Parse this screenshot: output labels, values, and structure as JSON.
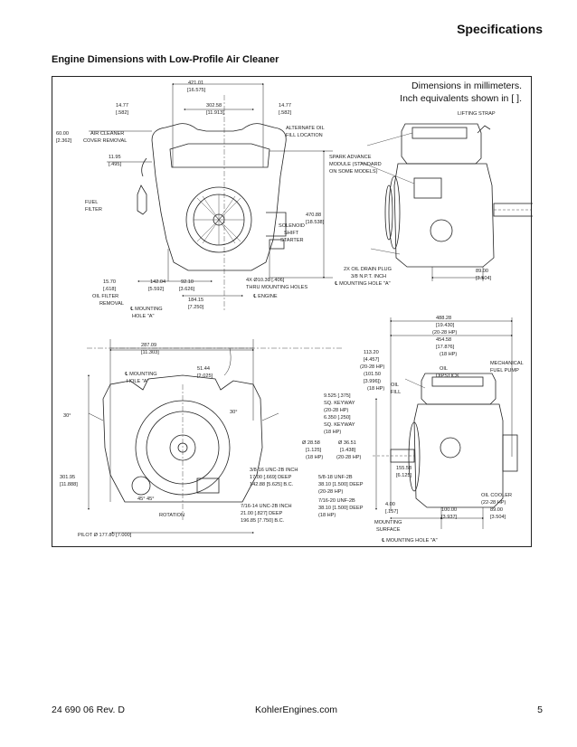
{
  "header": {
    "title": "Specifications"
  },
  "section": {
    "title": "Engine Dimensions with Low-Profile Air Cleaner"
  },
  "figure": {
    "note_line1": "Dimensions in millimeters.",
    "note_line2": "Inch equivalents shown in [ ].",
    "labels": {
      "w421": "421.01",
      "w421in": "[16.575]",
      "w1477a": "14.77",
      "w1477ain": "[.582]",
      "w30258": "302.58",
      "w30258in": "[11.913]",
      "w1477b": "14.77",
      "w1477bin": "[.582]",
      "d6000": "60.00",
      "d6000in": "[2.362]",
      "air_cleaner_1": "AIR CLEANER",
      "air_cleaner_2": "COVER REMOVAL",
      "alt_oil_1": "ALTERNATE OIL",
      "alt_oil_2": "FILL LOCATION",
      "d1195": "11.95",
      "d1195in": "[.495]",
      "fuel_1": "FUEL",
      "fuel_2": "FILTER",
      "h47088": "470.88",
      "h47088in": "[18.538]",
      "solenoid_1": "SOLENOID",
      "solenoid_2": "SHIFT",
      "solenoid_3": "STARTER",
      "d1570": "15.70",
      "d1570in": "[.618]",
      "oil_filter_1": "OIL FILTER",
      "oil_filter_2": "REMOVAL",
      "d14204": "142.04",
      "d14204in": "[5.592]",
      "d9210": "92.10",
      "d9210in": "[3.626]",
      "holes_1": "4X Ø10.30 [.406]",
      "holes_2": "THRU MOUNTING HOLES",
      "engine_cl": "℄ ENGINE",
      "d18415": "184.15",
      "d18415in": "[7.250]",
      "mount_a_1": "℄ MOUNTING",
      "mount_a_2": "HOLE \"A\"",
      "lifting": "LIFTING STRAP",
      "spark_1": "SPARK ADVANCE",
      "spark_2": "MODULE (STANDARD",
      "spark_3": "ON SOME MODELS)",
      "drain_1": "2X OIL DRAIN PLUG",
      "drain_2": "3/8 N.P.T. INCH",
      "drain_3": "℄ MOUNTING HOLE \"A\"",
      "d8900": "89.00",
      "d8900in": "[3.504]",
      "d28709": "287.09",
      "d28709in": "[11.303]",
      "mount_b_1": "℄ MOUNTING",
      "mount_b_2": "HOLE \"A\"",
      "d5144": "51.44",
      "d5144in": "[2.025]",
      "deg30a": "30°",
      "deg30b": "30°",
      "h30195": "301.95",
      "h30195in": "[11.888]",
      "rotation": "ROTATION",
      "deg45": "45°  45°",
      "unc38_1": "3/8-16 UNC-2B INCH",
      "unc38_2": "17.00 [.669] DEEP",
      "unc38_3": "142.88 [5.625] B.C.",
      "unc716_1": "7/16-14 UNC-2B INCH",
      "unc716_2": "21.00 [.827] DEEP",
      "unc716_3": "196.85 [7.750] B.C.",
      "pilot": "PILOT Ø 177.80 [7.000]",
      "d48828": "488.28",
      "d48828in": "[19.430]",
      "hp2028a": "(20-28 HP)",
      "d45458": "454.58",
      "d45458in": "[17.876]",
      "hp18a": "(18 HP)",
      "d11320": "113.20",
      "d11320in": "[4.457]",
      "hp2028b": "(20-28 HP)",
      "d10150": "(101.50",
      "d10150in": "[3.996])",
      "hp18b": "(18 HP)",
      "dipstick_1": "OIL",
      "dipstick_2": "DIPSTICK",
      "oil_fill_1": "OIL",
      "oil_fill_2": "FILL",
      "pump_1": "MECHANICAL",
      "pump_2": "FUEL PUMP",
      "key1_1": "9.525 [.375]",
      "key1_2": "SQ. KEYWAY",
      "key1_3": "(20-28 HP)",
      "key2_1": "6.350 [.250]",
      "key2_2": "SQ. KEYWAY",
      "key2_3": "(18 HP)",
      "shaft1": "Ø 28.58",
      "shaft1in": "[1.125]",
      "shaft1hp": "(18 HP)",
      "shaft2": "Ø 36.51",
      "shaft2in": "[1.438]",
      "shaft2hp": "(20-28 HP)",
      "unc58_1": "5/8-18 UNF-2B",
      "unc58_2": "38.10 [1.500] DEEP",
      "unc58_3": "(20-28 HP)",
      "unc716b_1": "7/16-20 UNF-2B",
      "unc716b_2": "38.10 [1.500] DEEP",
      "unc716b_3": "(18 HP)",
      "d15558": "155.58",
      "d15558in": "[6.125]",
      "d400": "4.00",
      "d400in": "[.157]",
      "d10000": "100.00",
      "d10000in": "[3.937]",
      "d8900b": "89.00",
      "d8900bin": "[3.504]",
      "cooler_1": "OIL COOLER",
      "cooler_2": "(22-28 HP)",
      "surface_1": "MOUNTING",
      "surface_2": "SURFACE",
      "mount_c": "℄ MOUNTING HOLE \"A\""
    }
  },
  "footer": {
    "doc_number": "24 690 06 Rev. D",
    "website": "KohlerEngines.com",
    "page_number": "5"
  }
}
